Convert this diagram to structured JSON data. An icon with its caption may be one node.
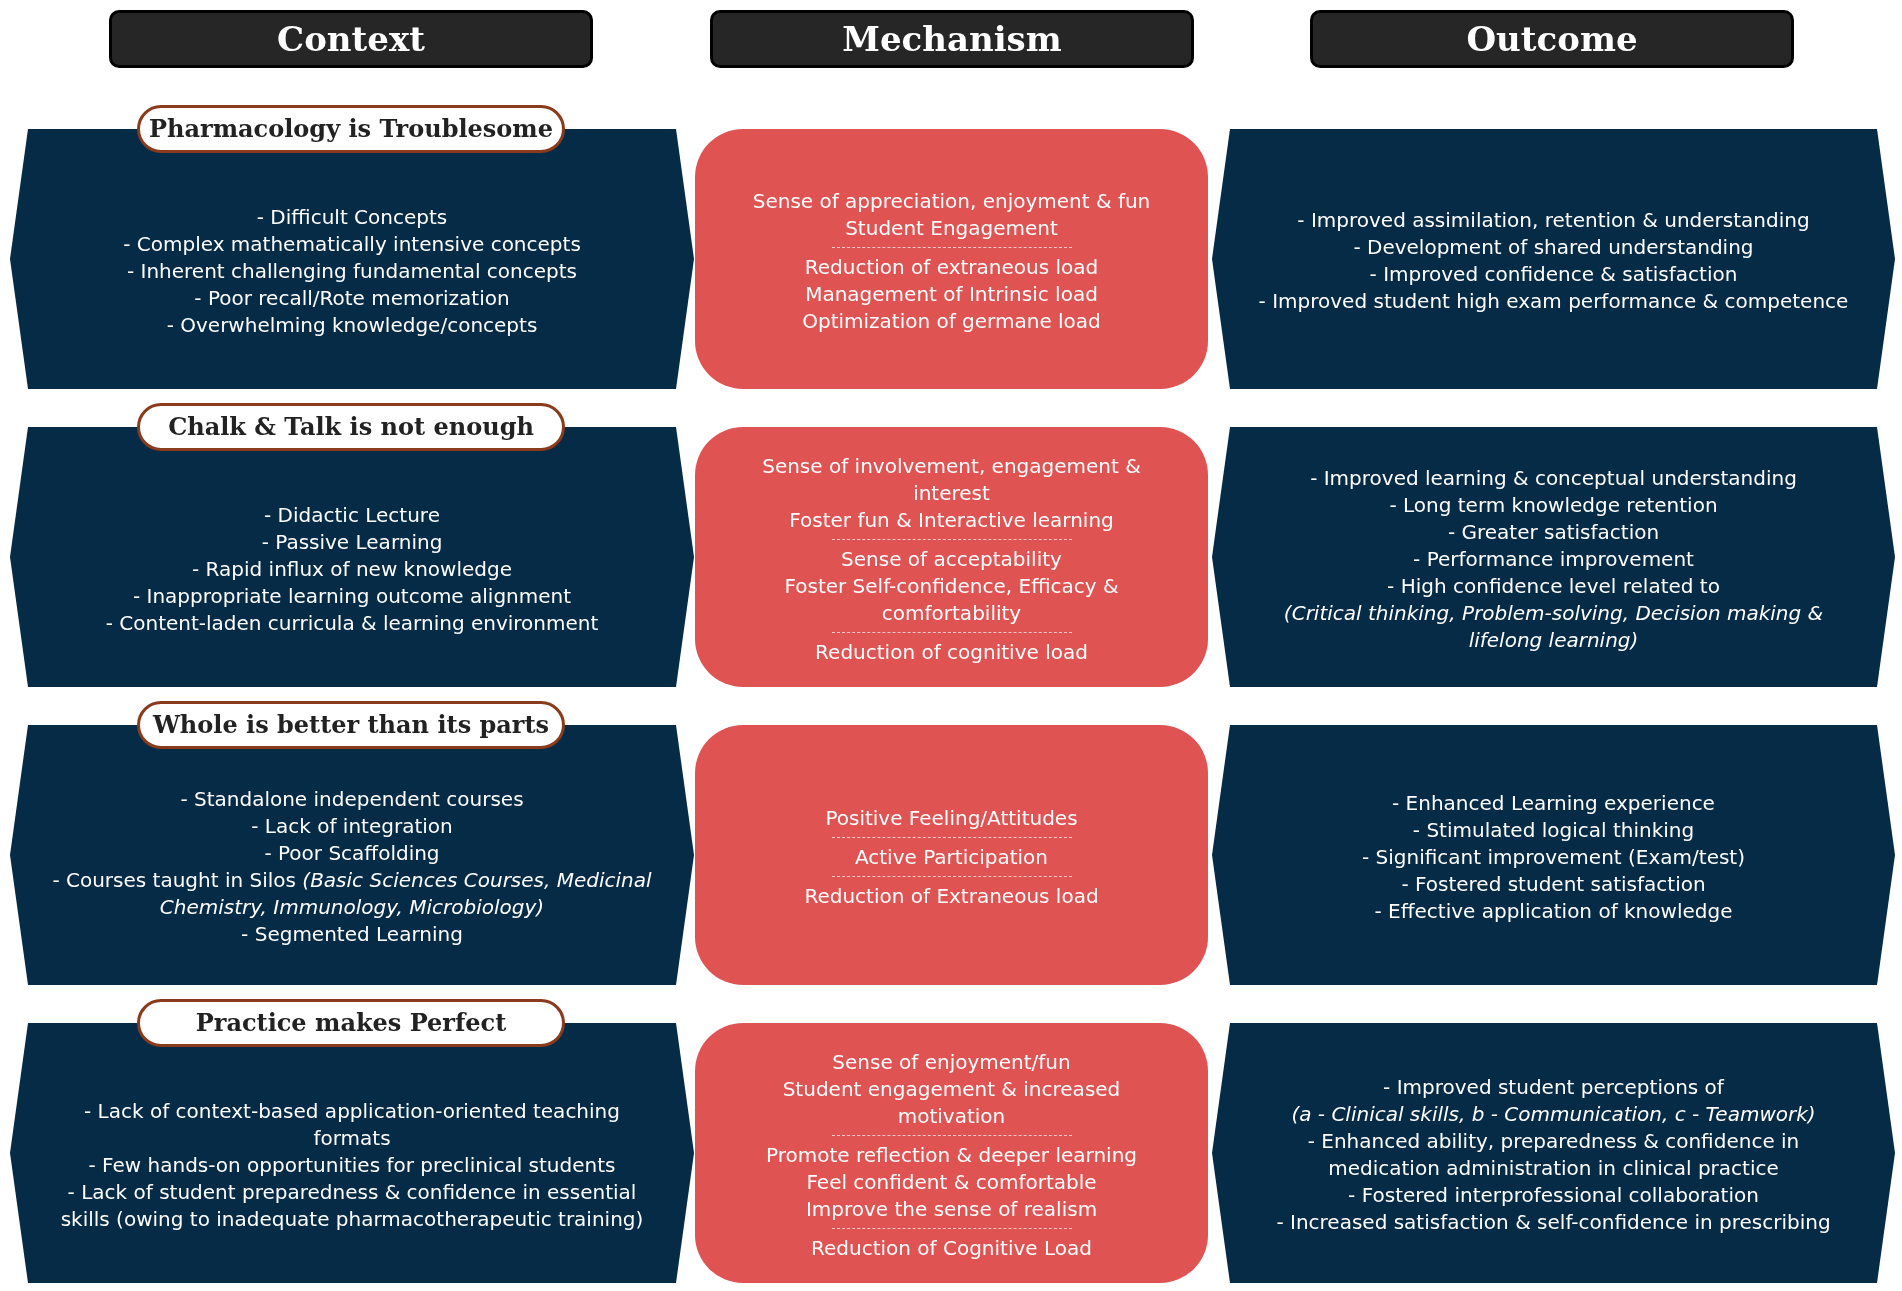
{
  "diagram": {
    "nodes": [
      {
        "text": [
          "Context"
        ]
      },
      {
        "text": [
          "Mechanism"
        ]
      },
      {
        "text": [
          "Outcome"
        ]
      },
      {
        "text": [
          "Pharmacology is Troublesome",
          "- Difficult Concepts",
          "- Complex mathematically intensive concepts",
          "- Inherent challenging fundamental  concepts",
          "- Poor recall/Rote memorization",
          "- Overwhelming knowledge/concepts"
        ]
      },
      {
        "text": [
          "Sense of appreciation, enjoyment & fun",
          "Student Engagement",
          "Reduction of extraneous load",
          "Management of Intrinsic load",
          "Optimization of germane load"
        ]
      },
      {
        "text": [
          "- Improved assimilation, retention & understanding",
          "- Development of shared understanding",
          "- Improved confidence & satisfaction",
          "- Improved student high exam performance & competence"
        ]
      },
      {
        "text": [
          "Chalk & Talk is not enough",
          "- Didactic Lecture",
          "- Passive Learning",
          "- Rapid influx of new knowledge",
          "- Inappropriate learning outcome alignment",
          "- Content-laden curricula & learning environment"
        ]
      },
      {
        "text": [
          "Sense of involvement, engagement & interest",
          "Foster fun & Interactive learning",
          "Sense of acceptability",
          "Foster Self-confidence, Efficacy & comfortability",
          "Reduction of cognitive load"
        ]
      },
      {
        "text": [
          "- Improved learning & conceptual understanding",
          "- Long term knowledge retention",
          "- Greater satisfaction",
          "- Performance improvement",
          "- High confidence level related to",
          "(Critical thinking, Problem-solving, Decision making & lifelong learning)"
        ]
      },
      {
        "text": [
          "Whole is better than its parts",
          "- Standalone independent courses",
          "- Lack of integration",
          "- Poor Scaffolding",
          "- Courses taught in Silos  *(Basic Sciences Courses, Medicinal Chemistry, Immunology, Microbiology)*",
          "- Segmented Learning"
        ]
      },
      {
        "text": [
          "Positive Feeling/Attitudes",
          "Active Participation",
          "Reduction of Extraneous load"
        ]
      },
      {
        "text": [
          "- Enhanced Learning experience",
          "- Stimulated logical thinking",
          "- Significant improvement (Exam/test)",
          "- Fostered student satisfaction",
          "- Effective application of knowledge"
        ]
      },
      {
        "text": [
          "Practice makes Perfect",
          "- Lack of context-based application-oriented teaching formats",
          "- Few hands-on opportunities for preclinical students",
          "- Lack of student preparedness & confidence in essential skills (owing to inadequate pharmacotherapeutic training)"
        ]
      },
      {
        "text": [
          "Sense of enjoyment/fun",
          "Student engagement & increased motivation",
          "Promote reflection & deeper learning",
          "Feel confident & comfortable",
          "Improve the sense of realism",
          "Reduction of Cognitive Load"
        ]
      },
      {
        "text": [
          "- Improved student perceptions of",
          "(a - Clinical skills, b - Communication, c - Teamwork)",
          "- Enhanced ability, preparedness & confidence in medication  administration in clinical practice",
          "- Fostered interprofessional collaboration",
          "- Increased satisfaction & self-confidence in prescribing"
        ]
      }
    ]
  }
}
